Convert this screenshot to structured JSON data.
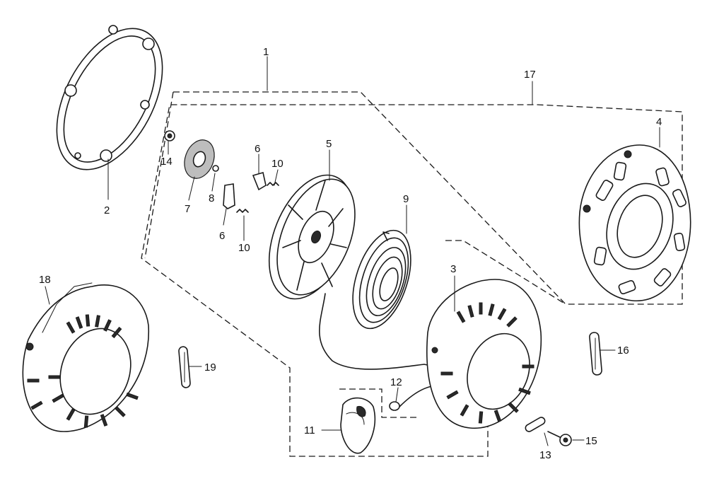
{
  "diagram": {
    "labels": [
      "1",
      "2",
      "3",
      "4",
      "5",
      "6",
      "6",
      "7",
      "8",
      "9",
      "10",
      "10",
      "11",
      "12",
      "13",
      "14",
      "15",
      "16",
      "17",
      "18",
      "19"
    ]
  }
}
